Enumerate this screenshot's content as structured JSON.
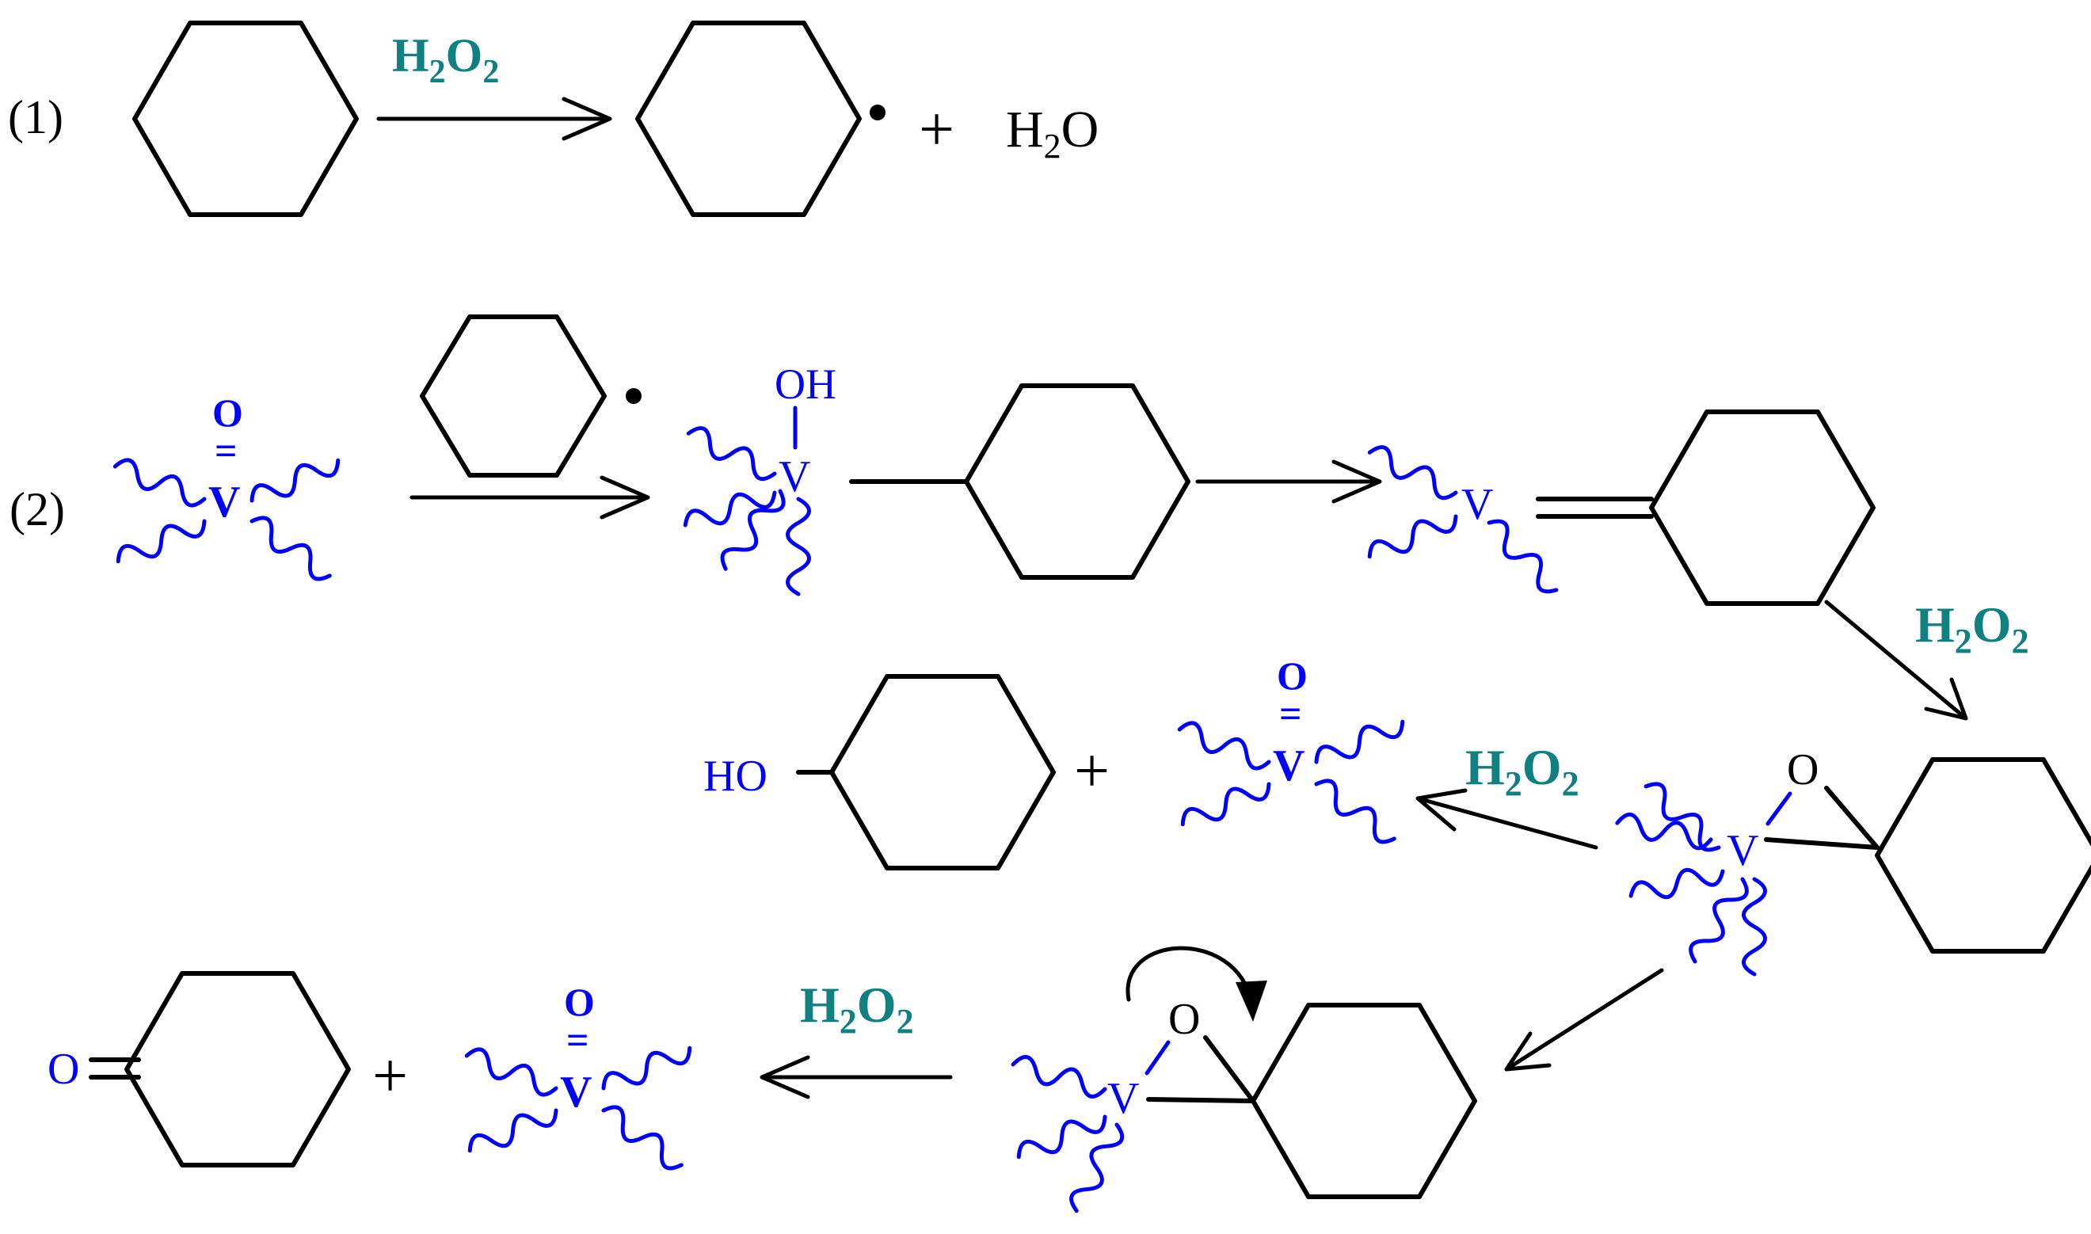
{
  "reaction1": {
    "label": "(1)",
    "oxidant_main": "H",
    "oxidant_sub1": "2",
    "oxidant_o": "O",
    "oxidant_sub2": "2",
    "plus": "+",
    "water_h": "H",
    "water_sub": "2",
    "water_o": "O"
  },
  "reaction2": {
    "label": "(2)",
    "vo1": {
      "o": "O",
      "eq": "=",
      "v": "V"
    },
    "int1": {
      "oh": "OH",
      "v": "V"
    },
    "int2": {
      "v": "V"
    },
    "ox_a": {
      "main": "H",
      "sub1": "2",
      "o": "O",
      "sub2": "2"
    },
    "epox1": {
      "v": "V",
      "o": "O"
    },
    "ox_b": {
      "main": "H",
      "sub1": "2",
      "o": "O",
      "sub2": "2"
    },
    "alcohol": {
      "ho": "HO"
    },
    "plus_a": "+",
    "vo2": {
      "o": "O",
      "eq": "=",
      "v": "V"
    },
    "epox2": {
      "v": "V",
      "o": "O"
    },
    "ox_c": {
      "main": "H",
      "sub1": "2",
      "o": "O",
      "sub2": "2"
    },
    "ketone": {
      "o": "O"
    },
    "plus_b": "+",
    "vo3": {
      "o": "O",
      "eq": "=",
      "v": "V"
    }
  },
  "colors": {
    "bond": "#000000",
    "vanadium": "#0000ff",
    "oxidant": "#108080"
  }
}
